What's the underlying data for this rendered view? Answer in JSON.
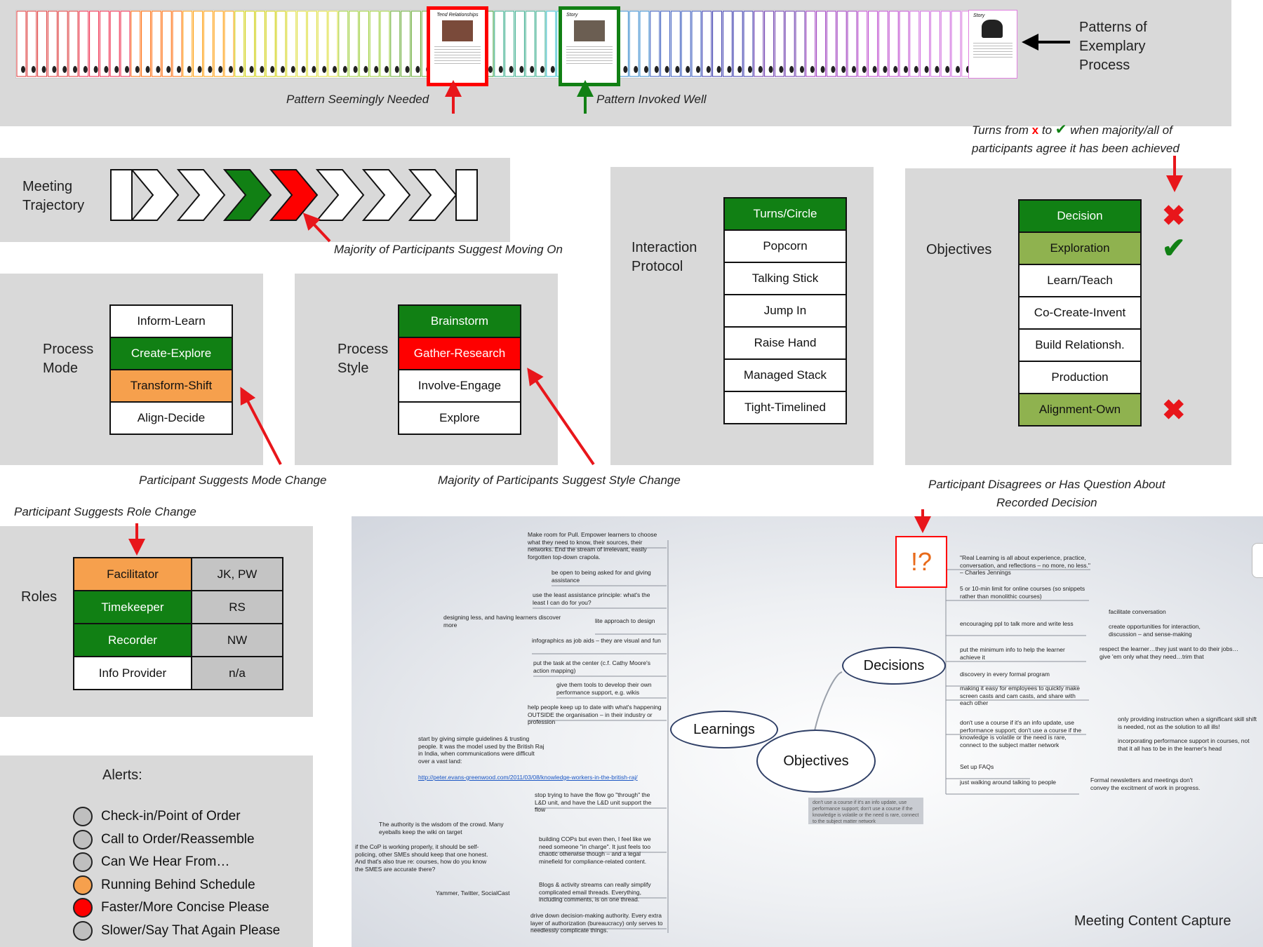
{
  "patterns": {
    "label_lines": [
      "Patterns of",
      "Exemplary",
      "Process"
    ],
    "needed_caption": "Pattern Seemingly Needed",
    "invoked_caption": "Pattern Invoked Well",
    "card_titles": [
      "Tend Relationships",
      "Story"
    ],
    "last_card_title": "Story"
  },
  "trajectory": {
    "label_lines": [
      "Meeting",
      "Trajectory"
    ],
    "caption": "Majority of Participants Suggest Moving On",
    "segments": [
      "white",
      "white",
      "white",
      "green",
      "red",
      "white",
      "white",
      "white",
      "white"
    ]
  },
  "interaction": {
    "label_lines": [
      "Interaction",
      "Protocol"
    ],
    "items": [
      {
        "label": "Turns/Circle",
        "state": "green"
      },
      {
        "label": "Popcorn",
        "state": ""
      },
      {
        "label": "Talking Stick",
        "state": ""
      },
      {
        "label": "Jump In",
        "state": ""
      },
      {
        "label": "Raise Hand",
        "state": ""
      },
      {
        "label": "Managed Stack",
        "state": ""
      },
      {
        "label": "Tight-Timelined",
        "state": ""
      }
    ]
  },
  "objectives": {
    "label": "Objectives",
    "note_lines": [
      "Turns from",
      "to",
      "when majority/all of",
      "participants agree it has been achieved"
    ],
    "note_x": "x",
    "note_check": "✔",
    "items": [
      {
        "label": "Decision",
        "state": "green",
        "mark": "✖"
      },
      {
        "label": "Exploration",
        "state": "olive",
        "mark": "✔"
      },
      {
        "label": "Learn/Teach",
        "state": "",
        "mark": ""
      },
      {
        "label": "Co-Create-Invent",
        "state": "",
        "mark": ""
      },
      {
        "label": "Build Relationsh.",
        "state": "",
        "mark": ""
      },
      {
        "label": "Production",
        "state": "",
        "mark": ""
      },
      {
        "label": "Alignment-Own",
        "state": "olive",
        "mark": "✖"
      }
    ]
  },
  "process_mode": {
    "label_lines": [
      "Process",
      "Mode"
    ],
    "caption": "Participant Suggests Mode Change",
    "items": [
      {
        "label": "Inform-Learn",
        "state": ""
      },
      {
        "label": "Create-Explore",
        "state": "green"
      },
      {
        "label": "Transform-Shift",
        "state": "orange"
      },
      {
        "label": "Align-Decide",
        "state": ""
      }
    ]
  },
  "process_style": {
    "label_lines": [
      "Process",
      "Style"
    ],
    "caption": "Majority of Participants Suggest Style Change",
    "items": [
      {
        "label": "Brainstorm",
        "state": "green"
      },
      {
        "label": "Gather-Research",
        "state": "red"
      },
      {
        "label": "Involve-Engage",
        "state": ""
      },
      {
        "label": "Explore",
        "state": ""
      }
    ]
  },
  "roles": {
    "label": "Roles",
    "caption": "Participant Suggests Role Change",
    "items": [
      {
        "role": "Facilitator",
        "who": "JK, PW",
        "state": "orange"
      },
      {
        "role": "Timekeeper",
        "who": "RS",
        "state": "green"
      },
      {
        "role": "Recorder",
        "who": "NW",
        "state": "green"
      },
      {
        "role": "Info Provider",
        "who": "n/a",
        "state": ""
      }
    ]
  },
  "alerts": {
    "title": "Alerts:",
    "items": [
      {
        "label": "Check-in/Point of Order",
        "color": "#bfbfbf"
      },
      {
        "label": "Call to Order/Reassemble",
        "color": "#bfbfbf"
      },
      {
        "label": "Can We Hear From…",
        "color": "#bfbfbf"
      },
      {
        "label": "Running Behind Schedule",
        "color": "#f6a04d"
      },
      {
        "label": "Faster/More Concise Please",
        "color": "#fe0000"
      },
      {
        "label": "Slower/Say That Again Please",
        "color": "#bfbfbf"
      }
    ]
  },
  "capture": {
    "title": "Meeting Content Capture",
    "decision_caption_lines": [
      "Participant Disagrees or Has Question About",
      "Recorded Decision"
    ],
    "flag": "!?",
    "nodes": {
      "learnings": "Learnings",
      "objectives": "Objectives",
      "decisions": "Decisions"
    },
    "learnings_notes": [
      "Make room for Pull. Empower learners to choose what they need to know, their sources, their networks. End the stream of irrelevant, easily forgotten top-down crapola.",
      "be open to being asked for and giving assistance",
      "use the least assistance principle: what's the least I can do for you?",
      "designing less, and having learners discover more",
      "lite approach to design",
      "infographics as job aids – they are visual and fun",
      "put the task at the center (c.f. Cathy Moore's action mapping)",
      "give them tools to develop their own performance support, e.g. wikis",
      "help people keep up to date with what's happening OUTSIDE the organisation – in their industry or profession",
      "start by giving simple guidelines & trusting people. It was the model used by the British Raj in India, when communications were difficult over a vast land:",
      "http://peter.evans-greenwood.com/2011/03/08/knowledge-workers-in-the-british-raj/",
      "stop trying to have the flow go \"through\" the L&D unit, and have the L&D unit support the flow",
      "The authority is the wisdom of the crowd. Many eyeballs keep the wiki on target",
      "if the CoP is working properly, it should be self-policing, other SMEs should keep that one honest. And that's also true re: courses, how do you know the SMES are accurate there?",
      "building COPs but even then, I feel like we need someone \"in charge\". It just feels too chaotic otherwise though – and a legal minefield for compliance-related content.",
      "Yammer, Twitter, SocialCast",
      "Blogs & activity streams can really simplify complicated email threads. Everything, including comments, is on one thread.",
      "drive down decision-making authority. Every extra layer of authorization (bureaucracy) only serves to needlessly complicate things."
    ],
    "decisions_notes": [
      "\"Real Learning is all about experience, practice, conversation, and reflections – no more, no less.\" – Charles Jennings",
      "5 or 10-min limit for online courses (so snippets rather than monolithic courses)",
      "encouraging ppl to talk more and write less",
      "facilitate conversation",
      "create opportunities for interaction, discussion – and sense-making",
      "put the minimum info to help the learner achieve it",
      "respect the learner…they just want to do their jobs…give 'em only what they need…trim that",
      "discovery in every formal program",
      "making it easy for employees to quickly make screen casts and cam casts, and share with each other",
      "don't use a course if it's an info update, use performance support; don't use a course if the knowledge is volatile or the need is rare, connect to the subject matter network",
      "only providing instruction when a significant skill shift is needed, not as the solution to all ills!",
      "incorporating performance support in courses, not that it all has to be in the learner's head",
      "Set up FAQs",
      "just walking around talking to people",
      "Formal newsletters and meetings don't convey the excitment of work in progress."
    ],
    "objectives_note": "don't use a course if it's an info update, use performance support; don't use a course if the knowledge is volatile or the need is rare, connect to the subject matter network"
  }
}
